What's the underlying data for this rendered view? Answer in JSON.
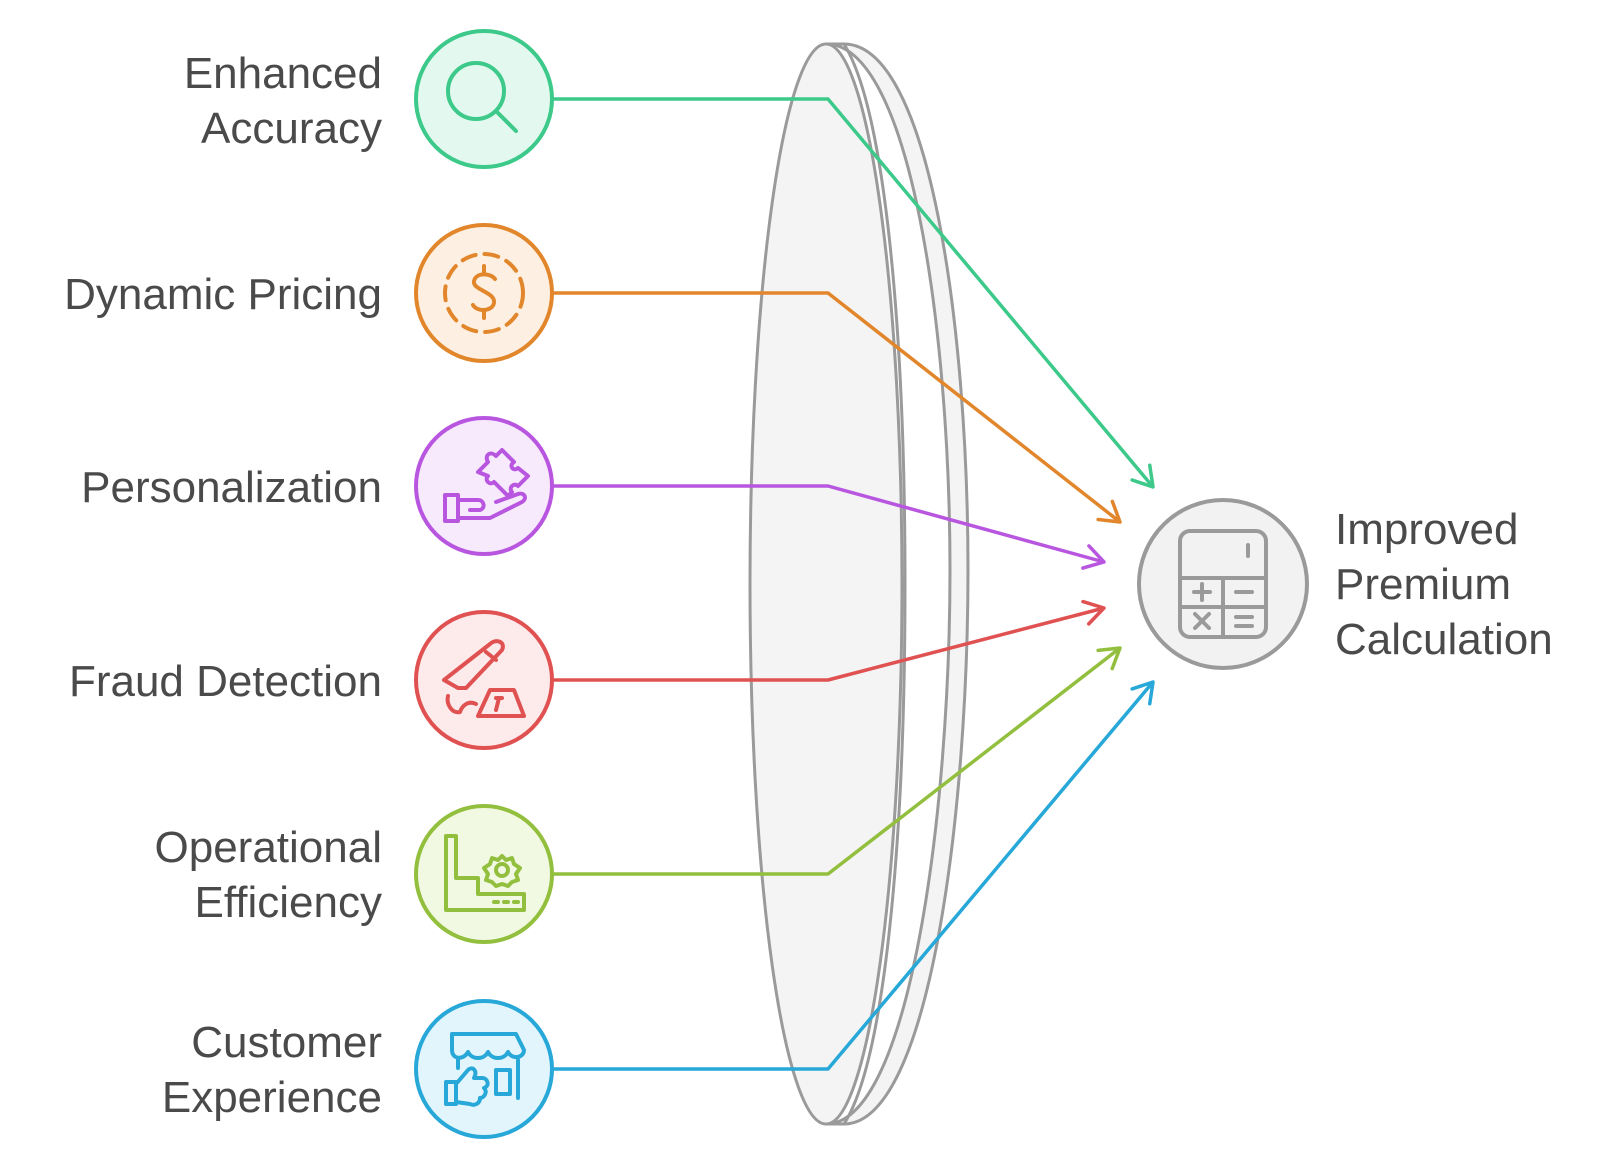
{
  "inputs": [
    {
      "lines": [
        "Enhanced",
        "Accuracy"
      ],
      "color": "#3cc98a",
      "fill": "#e3f9ef",
      "icon": "magnifier-icon"
    },
    {
      "lines": [
        "Dynamic Pricing"
      ],
      "color": "#e2862c",
      "fill": "#fdf0e2",
      "icon": "dollar-coin-icon"
    },
    {
      "lines": [
        "Personalization"
      ],
      "color": "#b856e0",
      "fill": "#f7eafd",
      "icon": "puzzle-hand-icon"
    },
    {
      "lines": [
        "Fraud Detection"
      ],
      "color": "#e05252",
      "fill": "#fdeaea",
      "icon": "knife-evidence-icon"
    },
    {
      "lines": [
        "Operational",
        "Efficiency"
      ],
      "color": "#93bf3e",
      "fill": "#f2f9e3",
      "icon": "factory-gear-icon"
    },
    {
      "lines": [
        "Customer",
        "Experience"
      ],
      "color": "#27a8d8",
      "fill": "#e2f5fc",
      "icon": "store-thumbs-up-icon"
    }
  ],
  "output": {
    "lines": [
      "Improved",
      "Premium",
      "Calculation"
    ],
    "color": "#9a9a9a",
    "fill": "#f2f2f2",
    "icon": "calculator-icon"
  },
  "lens": {
    "stroke": "#9a9a9a",
    "fill": "#f4f4f4"
  }
}
